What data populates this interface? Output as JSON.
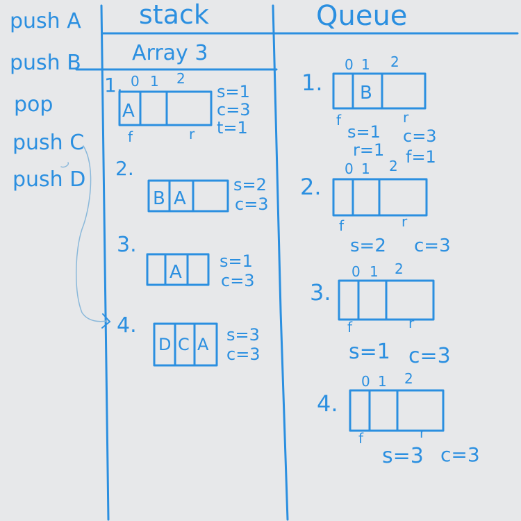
{
  "ink_color": "#2b8fe0",
  "background_color": "#e7e8ea",
  "operations": [
    "push A",
    "push B",
    "pop",
    "push C",
    "push D"
  ],
  "headers": {
    "stack": "stack",
    "queue": "Queue"
  },
  "stack_subheader": "Array 3",
  "stack": {
    "step1": {
      "num": "1.",
      "idx0": "0",
      "idx1": "1",
      "idx2": "2",
      "cell0": "A",
      "cell1": "",
      "cell2": "",
      "front": "f",
      "rear": "r",
      "s": "s=1",
      "c": "c=3",
      "t": "t=1"
    },
    "step2": {
      "num": "2.",
      "cell0": "B",
      "cell1": "A",
      "cell2": "",
      "s": "s=2",
      "c": "c=3"
    },
    "step3": {
      "num": "3.",
      "cell0": "",
      "cell1": "A",
      "cell2": "",
      "s": "s=1",
      "c": "c=3"
    },
    "step4": {
      "num": "4.",
      "cell0": "D",
      "cell1": "C",
      "cell2": "A",
      "s": "s=3",
      "c": "c=3"
    }
  },
  "queue": {
    "step1": {
      "num": "1.",
      "idx0": "0",
      "idx1": "1",
      "idx2": "2",
      "cell0": "",
      "cell1": "B",
      "cell2": "",
      "front": "f",
      "rear": "r",
      "s": "s=1",
      "c": "c=3",
      "r": "r=1",
      "f": "f=1"
    },
    "step2": {
      "num": "2.",
      "idx0": "0",
      "idx1": "1",
      "idx2": "2",
      "front": "f",
      "rear": "r",
      "s": "s=2",
      "c": "c=3"
    },
    "step3": {
      "num": "3.",
      "idx0": "0",
      "idx1": "1",
      "idx2": "2",
      "front": "f",
      "rear": "r",
      "s": "s=1",
      "c": "c=3"
    },
    "step4": {
      "num": "4.",
      "idx0": "0",
      "idx1": "1",
      "idx2": "2",
      "front": "f",
      "rear": "r",
      "s": "s=3",
      "c": "c=3"
    }
  }
}
